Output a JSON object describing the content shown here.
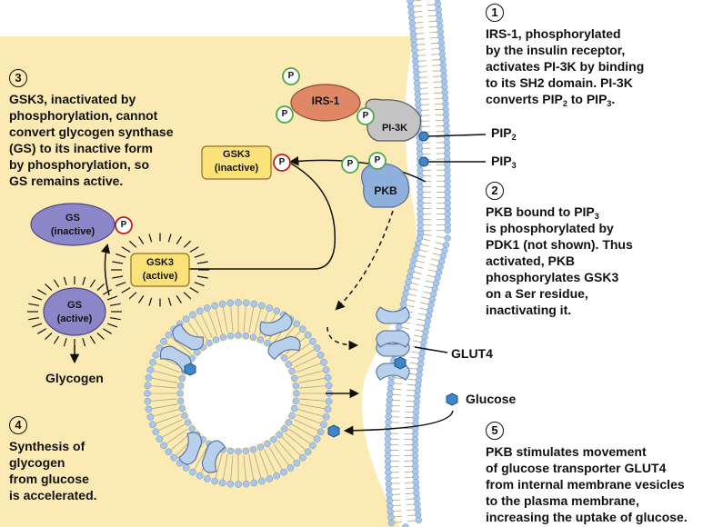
{
  "annotations": {
    "step1": {
      "number": "1",
      "lines": [
        "IRS-1, phosphorylated",
        "by the insulin receptor,",
        "activates PI-3K by binding",
        "to its SH2 domain. PI-3K"
      ],
      "last_line": {
        "a": "converts PIP",
        "sub1": "2",
        "b": " to PIP",
        "sub2": "3",
        "c": "."
      }
    },
    "step2": {
      "number": "2",
      "first_line": {
        "a": "PKB bound to PIP",
        "sub": "3"
      },
      "lines": [
        "is phosphorylated by",
        "PDK1 (not shown). Thus",
        "activated, PKB",
        "phosphorylates GSK3",
        "on a Ser residue,",
        "inactivating it."
      ]
    },
    "step3": {
      "number": "3",
      "lines": [
        "GSK3, inactivated by",
        "phosphorylation, cannot",
        "convert glycogen synthase",
        "(GS) to its inactive form",
        "by phosphorylation, so",
        "GS remains active."
      ]
    },
    "step4": {
      "number": "4",
      "lines": [
        "Synthesis of",
        "glycogen",
        "from glucose",
        "is accelerated."
      ]
    },
    "step5": {
      "number": "5",
      "lines": [
        "PKB stimulates movement",
        "of glucose transporter GLUT4",
        "from internal membrane vesicles",
        "to the plasma membrane,",
        "increasing the uptake of glucose."
      ]
    }
  },
  "molecules": {
    "irs1": "IRS-1",
    "pi3k": "PI-3K",
    "pkb": "PKB",
    "phosphate": "P",
    "gsk3_inactive": [
      "GSK3",
      "(inactive)"
    ],
    "gsk3_active": [
      "GSK3",
      "(active)"
    ],
    "gs_inactive": [
      "GS",
      "(inactive)"
    ],
    "gs_active": [
      "GS",
      "(active)"
    ]
  },
  "membrane_labels": {
    "pip2": {
      "a": "PIP",
      "sub": "2"
    },
    "pip3": {
      "a": "PIP",
      "sub": "3"
    },
    "glut4": "GLUT4",
    "glucose": "Glucose"
  },
  "products": {
    "glycogen": "Glycogen"
  },
  "colors": {
    "cytoplasm": "#fbeab3",
    "membrane_head": "#a9c7ea",
    "irs1": "#e08865",
    "pi3k": "#c4c4c4",
    "pkb": "#8fb0dc",
    "gsk3": "#fde27a",
    "gs": "#8a86c7",
    "phosphate_green": "#4aa84e",
    "phosphate_red": "#b8211e",
    "glucose": "#3f86c8"
  }
}
